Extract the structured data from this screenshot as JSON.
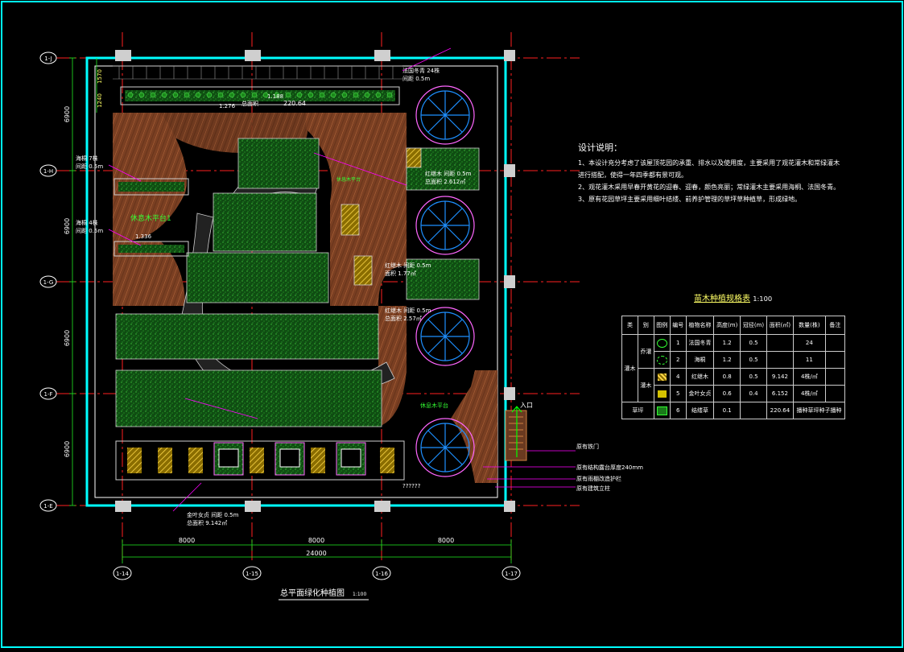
{
  "drawing": {
    "title": "总平面绿化种植图",
    "title_scale": "1:100",
    "dims_top_cols": [
      "8000",
      "8000",
      "8000"
    ],
    "dim_total": "24000",
    "col_axes": [
      "1-14",
      "1-15",
      "1-16",
      "1-17"
    ],
    "row_axes": [
      "1-J",
      "1-H",
      "1-G",
      "1-F",
      "1-E"
    ],
    "row_dims": [
      "6900",
      "6900",
      "6900",
      "6900"
    ],
    "left_small_dims": [
      "1570",
      "1240"
    ],
    "labels": {
      "rest_platform_1": "休息木平台1",
      "rest_platform_2": "休息木平台",
      "rest_platform_3": "休息木平台",
      "entrance": "入口",
      "elev_1": "1.276",
      "elev_2": "1.188",
      "elev_3": "1.336",
      "qmark": "??????",
      "area_top": "220.64",
      "area_top_label": "总面积"
    },
    "callouts": {
      "top_plant": "法国冬青 24株",
      "top_spacing": "间距 0.5m",
      "left_plant_1": "海桐 7株",
      "left_spacing_1": "间距 0.5m",
      "left_plant_2": "海桐 4株",
      "left_spacing_2": "间距 0.5m",
      "mid_plant_1": "红继木 间距 0.5m",
      "mid_area_1": "总面积 2.612㎡",
      "mid_plant_2": "红继木 间距 0.5m",
      "mid_area_2": "面积 1.77㎡",
      "mid_plant_3": "红继木 间距 0.5m",
      "mid_area_3": "总面积 2.57㎡",
      "bot_plant": "金叶女贞 间距 0.5m",
      "bot_area": "总面积 9.142㎡"
    },
    "legend_callouts": [
      "原有铁门",
      "原有结构露台厚度240mm",
      "原有雨棚改造护栏",
      "原有建筑立柱"
    ]
  },
  "notes": {
    "title": "设计说明：",
    "items": [
      "1、本设计充分考虑了该屋顶花园的承重、排水以及使用度，主要采用了观花灌木和常绿灌木进行搭配，使得一年四季都有景可观。",
      "2、观花灌木采用早春开黄花的迎春、迎春，颜色亮丽；常绿灌木主要采用海桐、法国冬青。",
      "3、原有花园草坪主要采用细叶结缕、前养护管理的草坪草种植草，形成绿地。"
    ]
  },
  "plant_table": {
    "title": "苗木种植规格表",
    "scale": "1:100",
    "headers": [
      "类",
      "别",
      "图例",
      "编号",
      "植物名称",
      "高度(m)",
      "冠径(m)",
      "面积(㎡)",
      "数量(株)",
      "备注"
    ],
    "group_label": "灌木",
    "subgroups": [
      "乔灌",
      "灌木"
    ],
    "rows": [
      {
        "no": "1",
        "name": "法国冬青",
        "h": "1.2",
        "w": "0.5",
        "area": "",
        "qty": "24",
        "swatch": "circle"
      },
      {
        "no": "2",
        "name": "海桐",
        "h": "1.2",
        "w": "0.5",
        "area": "",
        "qty": "11",
        "swatch": "circle2"
      },
      {
        "no": "4",
        "name": "红继木",
        "h": "0.8",
        "w": "0.5",
        "area": "9.142",
        "qty": "4株/㎡",
        "swatch": "hatch"
      },
      {
        "no": "5",
        "name": "金叶女贞",
        "h": "0.6",
        "w": "0.4",
        "area": "6.152",
        "qty": "4株/㎡",
        "swatch": "yellow"
      }
    ],
    "lawn_row": {
      "cat": "草坪",
      "no": "6",
      "name": "结缕草",
      "h": "0.1",
      "area": "220.64",
      "note": "播种草坪种子播种"
    }
  },
  "colors": {
    "frame": "#00ffff",
    "axis_red": "#ff2020",
    "dim_green": "#22ee22",
    "wood": "#8b4a2b",
    "hedge": "#1a7a1a",
    "magenta": "#ff00ff",
    "blue_circle": "#1e8fff"
  }
}
